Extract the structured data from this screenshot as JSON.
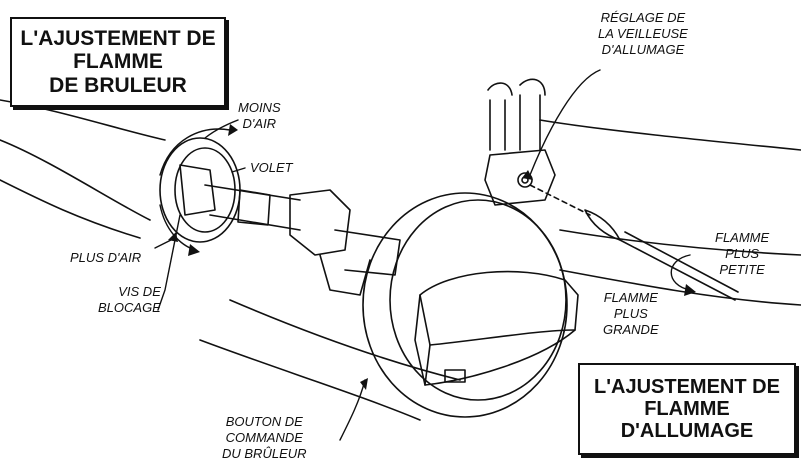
{
  "burner_box": {
    "lines": [
      "L'AJUSTEMENT DE",
      "FLAMME",
      "DE BRULEUR"
    ]
  },
  "pilot_box": {
    "lines": [
      "L'AJUSTEMENT DE",
      "FLAMME",
      "D'ALLUMAGE"
    ]
  },
  "labels": {
    "pilot_adjust": [
      "RÉGLAGE DE",
      "LA VEILLEUSE",
      "D'ALLUMAGE"
    ],
    "less_air": [
      "MOINS",
      "D'AIR"
    ],
    "shutter": "VOLET",
    "more_air": "PLUS D'AIR",
    "lock_screw": [
      "VIS DE",
      "BLOCAGE"
    ],
    "smaller_flame": [
      "FLAMME",
      "PLUS",
      "PETITE"
    ],
    "larger_flame": [
      "FLAMME",
      "PLUS",
      "GRANDE"
    ],
    "control_knob": [
      "BOUTON DE",
      "COMMANDE",
      "DU BRÛLEUR"
    ]
  }
}
